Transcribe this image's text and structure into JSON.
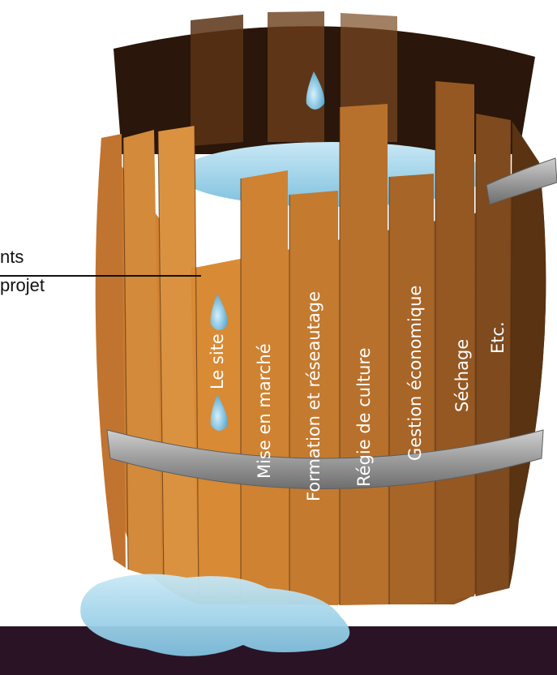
{
  "callout": {
    "line1": "nts",
    "line2": "projet"
  },
  "stave_labels": [
    "Le site",
    "Mise en marché",
    "Formation et réseautage",
    "Régie de culture",
    "Gestion économique",
    "Séchage",
    "Etc."
  ],
  "colors": {
    "wood_light": "#D88A35",
    "wood_mid": "#B06A28",
    "wood_dark": "#7A4518",
    "interior_dark": "#2A160A",
    "water": "#9FD3EA",
    "water_deep": "#6FB6D8",
    "hoop": "#A9A9A9",
    "bottom_band": "#2B1326"
  }
}
